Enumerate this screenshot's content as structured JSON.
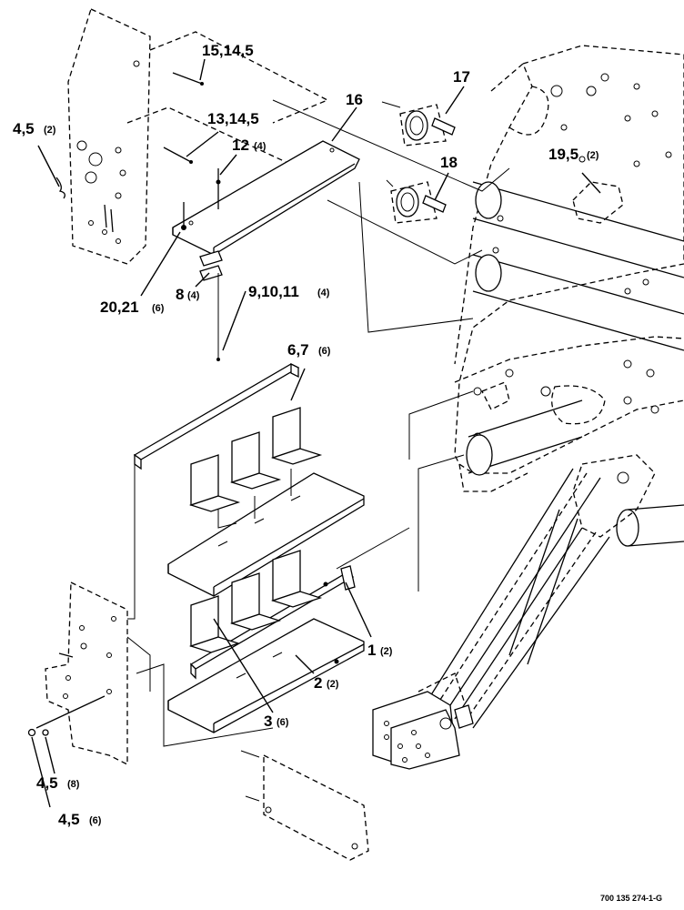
{
  "callouts": [
    {
      "id": "c15",
      "label": "15,14,5",
      "qty": ""
    },
    {
      "id": "c17",
      "label": "17",
      "qty": ""
    },
    {
      "id": "c16",
      "label": "16",
      "qty": ""
    },
    {
      "id": "c4a",
      "label": "4,5",
      "qty": "(2)"
    },
    {
      "id": "c13",
      "label": "13,14,5",
      "qty": ""
    },
    {
      "id": "c12",
      "label": "12",
      "qty": "(4)"
    },
    {
      "id": "c18",
      "label": "18",
      "qty": ""
    },
    {
      "id": "c19",
      "label": "19,5",
      "qty": "(2)"
    },
    {
      "id": "c20",
      "label": "20,21",
      "qty": "(6)"
    },
    {
      "id": "c8",
      "label": "8",
      "qty": "(4)"
    },
    {
      "id": "c9",
      "label": "9,10,11",
      "qty": "(4)"
    },
    {
      "id": "c6",
      "label": "6,7",
      "qty": "(6)"
    },
    {
      "id": "c1",
      "label": "1",
      "qty": "(2)"
    },
    {
      "id": "c2",
      "label": "2",
      "qty": "(2)"
    },
    {
      "id": "c3",
      "label": "3",
      "qty": "(6)"
    },
    {
      "id": "c4b",
      "label": "4,5",
      "qty": "(8)"
    },
    {
      "id": "c4c",
      "label": "4,5",
      "qty": "(6)"
    }
  ],
  "drawing_code": "700 135 274-1-G"
}
